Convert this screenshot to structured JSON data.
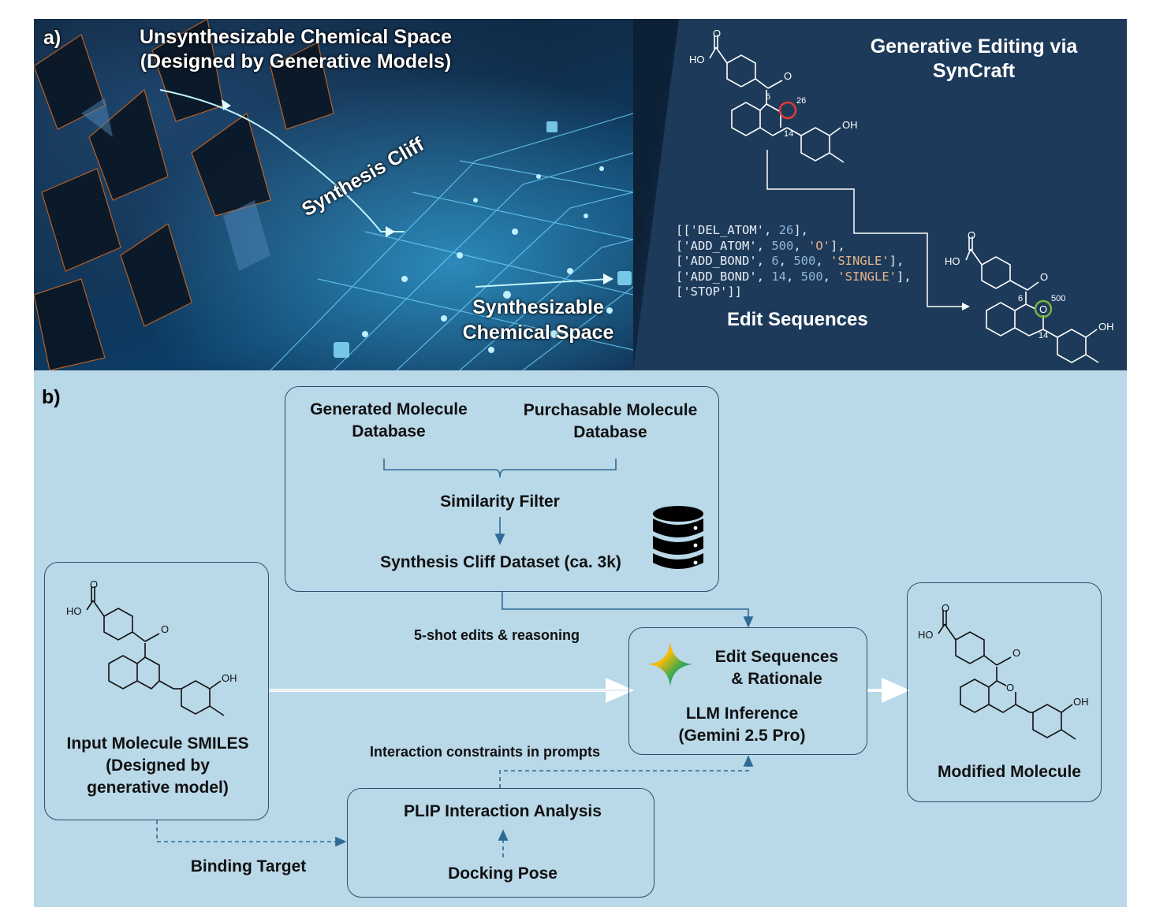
{
  "panel_a": {
    "label": "a)",
    "unsynth_title_1": "Unsynthesizable Chemical Space",
    "unsynth_title_2": "(Designed by Generative Models)",
    "cliff_label": "Synthesis Cliff",
    "synth_label_1": "Synthesizable",
    "synth_label_2": "Chemical Space",
    "right_title_1": "Generative Editing via",
    "right_title_2": "SynCraft",
    "edit_seq_label": "Edit Sequences",
    "mol_top_labels": {
      "o1": "O",
      "ho": "HO",
      "o2": "O",
      "n6": "6",
      "n26": "26",
      "n14": "14",
      "oh": "OH"
    },
    "mol_bottom_labels": {
      "o1": "O",
      "ho": "HO",
      "o2": "O",
      "n6": "6",
      "n500": "500",
      "o_ring": "O",
      "n14": "14",
      "oh": "OH"
    },
    "code_lines": [
      [
        [
          "[['DEL_ATOM', ",
          "p"
        ],
        [
          "26",
          "n"
        ],
        [
          "],",
          "p"
        ]
      ],
      [
        [
          "['ADD_ATOM', ",
          "p"
        ],
        [
          "500",
          "n"
        ],
        [
          ", ",
          "p"
        ],
        [
          "'O'",
          "s"
        ],
        [
          "],",
          "p"
        ]
      ],
      [
        [
          "['ADD_BOND', ",
          "p"
        ],
        [
          "6",
          "n"
        ],
        [
          ", ",
          "p"
        ],
        [
          "500",
          "n"
        ],
        [
          ", ",
          "p"
        ],
        [
          "'SINGLE'",
          "s"
        ],
        [
          "],",
          "p"
        ]
      ],
      [
        [
          "['ADD_BOND', ",
          "p"
        ],
        [
          "14",
          "n"
        ],
        [
          ", ",
          "p"
        ],
        [
          "500",
          "n"
        ],
        [
          ", ",
          "p"
        ],
        [
          "'SINGLE'",
          "s"
        ],
        [
          "],",
          "p"
        ]
      ],
      [
        [
          "['STOP']]",
          "p"
        ]
      ]
    ]
  },
  "panel_b": {
    "label": "b)",
    "generated_db": "Generated Molecule\nDatabase",
    "purchasable_db": "Purchasable Molecule\nDatabase",
    "similarity_filter": "Similarity Filter",
    "dataset": "Synthesis Cliff Dataset (ca. 3k)",
    "input_title": "Input Molecule SMILES\n(Designed by\ngenerative model)",
    "five_shot": "5-shot edits & reasoning",
    "llm_title": "Edit Sequences\n& Rationale",
    "llm_inference": "LLM Inference\n(Gemini 2.5 Pro)",
    "interaction_constraints": "Interaction constraints in prompts",
    "plip": "PLIP Interaction Analysis",
    "docking": "Docking Pose",
    "binding_target": "Binding Target",
    "modified_title": "Modified Molecule",
    "mol_labels": {
      "o": "O",
      "ho": "HO",
      "oh": "OH",
      "o_ring": "O"
    }
  },
  "colors": {
    "panel_b_bg": "#b9d8e8",
    "panel_a_right_bg": "#1d3a5a",
    "arrow": "#2e6a95",
    "red_circle": "#e53935",
    "green_circle": "#7cb342"
  }
}
